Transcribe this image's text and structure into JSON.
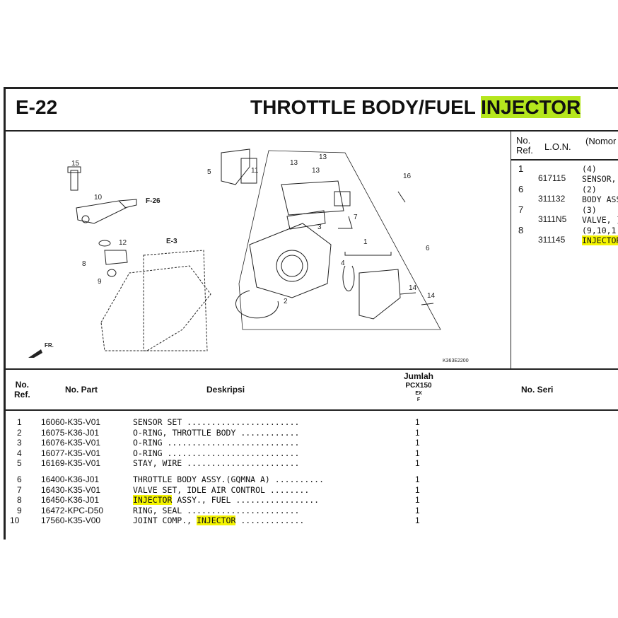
{
  "header": {
    "code": "E-22",
    "title_prefix": "THROTTLE BODY/FUEL ",
    "title_highlight": "INJECTOR"
  },
  "diagram": {
    "callouts": [
      "15",
      "10",
      "F-26",
      "12",
      "8",
      "9",
      "E-3",
      "FR.",
      "5",
      "11",
      "13",
      "13",
      "13",
      "16",
      "7",
      "3",
      "1",
      "6",
      "4",
      "2",
      "14",
      "14"
    ],
    "figure_code": "K363E2200"
  },
  "side_table": {
    "headers": {
      "ref": "No.\nRef.",
      "ref1": "No.",
      "ref2": "Ref.",
      "lon": "L.O.N.",
      "nomor": "(Nomor"
    },
    "rows": [
      {
        "ref": "1",
        "count": "(4)",
        "lon": "617115",
        "desc": "SENSOR,"
      },
      {
        "ref": "6",
        "count": "(2)",
        "lon": "311132",
        "desc": "BODY ASS"
      },
      {
        "ref": "7",
        "count": "(3)",
        "lon": "3111N5",
        "desc": "VALVE, ]"
      },
      {
        "ref": "8",
        "count": "(9,10,1:",
        "lon": "311145",
        "desc": "INJECTOR"
      }
    ]
  },
  "parts_table": {
    "headers": {
      "ref1": "No.",
      "ref2": "Ref.",
      "part": "No. Part",
      "desc": "Deskripsi",
      "qty": "Jumlah",
      "model": "PCX150",
      "type1": "EX",
      "type2": "F",
      "serial": "No. Seri"
    },
    "rows": [
      {
        "ref": "1",
        "part": "16060-K35-V01",
        "desc": "SENSOR SET",
        "hl_pre": "",
        "hl": "",
        "dots": " .......................",
        "qty": "1"
      },
      {
        "ref": "2",
        "part": "16075-K36-J01",
        "desc": "O-RING, THROTTLE BODY",
        "hl_pre": "",
        "hl": "",
        "dots": " ............",
        "qty": "1"
      },
      {
        "ref": "3",
        "part": "16076-K35-V01",
        "desc": "O-RING",
        "hl_pre": "",
        "hl": "",
        "dots": " ...........................",
        "qty": "1"
      },
      {
        "ref": "4",
        "part": "16077-K35-V01",
        "desc": "O-RING",
        "hl_pre": "",
        "hl": "",
        "dots": " ...........................",
        "qty": "1"
      },
      {
        "ref": "5",
        "part": "16169-K35-V01",
        "desc": "STAY, WIRE",
        "hl_pre": "",
        "hl": "",
        "dots": " .......................",
        "qty": "1"
      },
      {
        "ref": "6",
        "part": "16400-K36-J01",
        "desc": "THROTTLE BODY ASSY.(GQMNA A)",
        "hl_pre": "",
        "hl": "",
        "dots": " ..........",
        "qty": "1"
      },
      {
        "ref": "7",
        "part": "16430-K35-V01",
        "desc": "VALVE SET, IDLE AIR CONTROL",
        "hl_pre": "",
        "hl": "",
        "dots": " ........",
        "qty": "1"
      },
      {
        "ref": "8",
        "part": "16450-K36-J01",
        "desc": " ASSY., FUEL",
        "hl_pre": "",
        "hl": "INJECTOR",
        "dots": " .................",
        "qty": "1"
      },
      {
        "ref": "9",
        "part": "16472-KPC-D50",
        "desc": "RING, SEAL",
        "hl_pre": "",
        "hl": "",
        "dots": " .......................",
        "qty": "1"
      },
      {
        "ref": "10",
        "part": "17560-K35-V00",
        "desc": "",
        "hl_pre": "JOINT COMP., ",
        "hl": "INJECTOR",
        "dots": " .............",
        "qty": "1"
      }
    ]
  }
}
